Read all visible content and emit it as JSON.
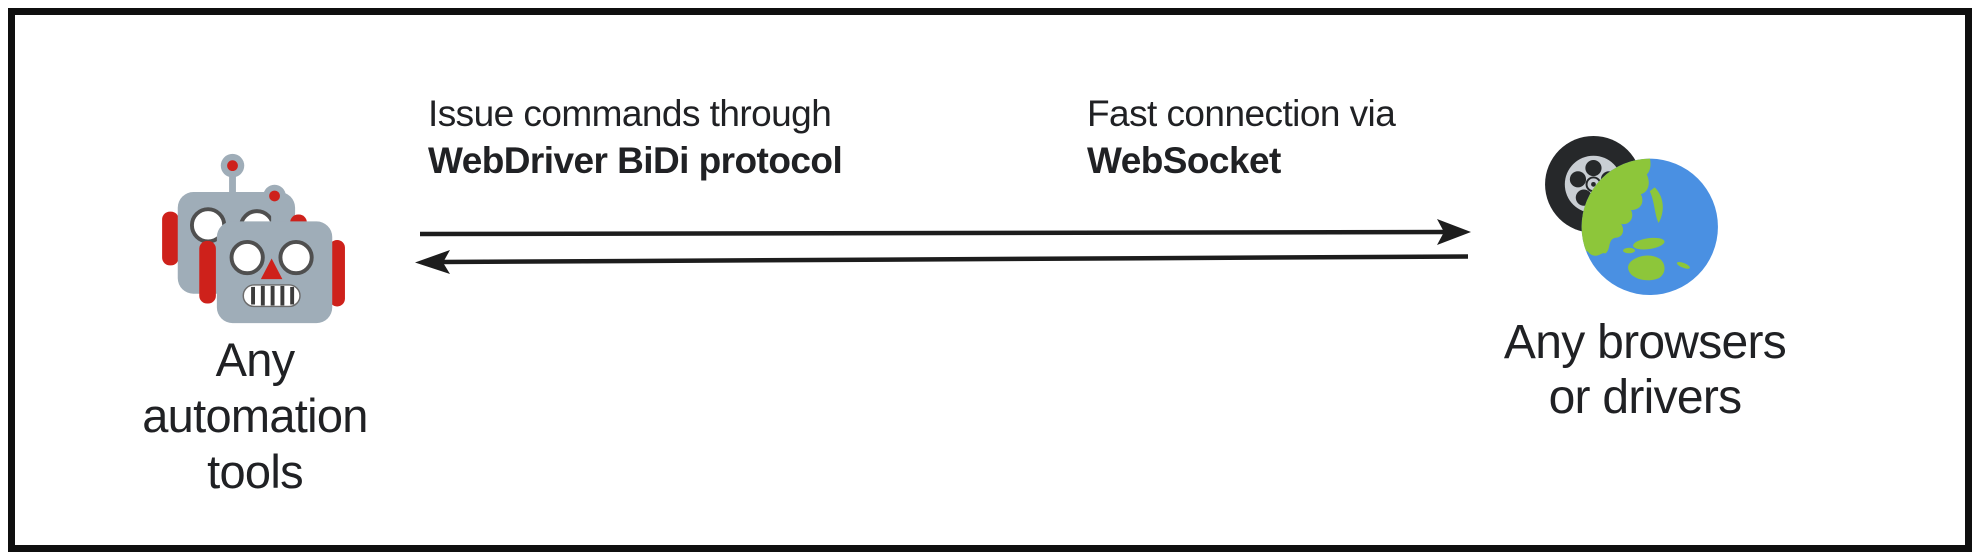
{
  "diagram": {
    "background": "#ffffff",
    "border_color": "#0f0f0f",
    "text_color": "#202124",
    "arrow_color": "#1d1d1d",
    "left_node": {
      "icon": "robots-icon",
      "caption_lines": [
        "Any",
        "automation",
        "tools"
      ],
      "icon_colors": {
        "body": "#9fadb8",
        "accent_red": "#ce211b",
        "eyes": "#ffffff",
        "outline": "#4f4f4f"
      }
    },
    "right_node": {
      "icon": "globe-tire-icon",
      "caption_lines": [
        "Any browsers",
        "or drivers"
      ],
      "icon_colors": {
        "ocean": "#4a90e2",
        "land": "#8dc63a",
        "tire": "#26282a",
        "rim": "#c9ced3"
      }
    },
    "connection": {
      "request_direction": "left-to-right",
      "request_label": {
        "line1": "Issue commands through",
        "line2_bold": "WebDriver BiDi protocol"
      },
      "response_direction": "right-to-left",
      "response_label": {
        "line1": "Fast connection via",
        "line2_bold": "WebSocket"
      }
    }
  }
}
